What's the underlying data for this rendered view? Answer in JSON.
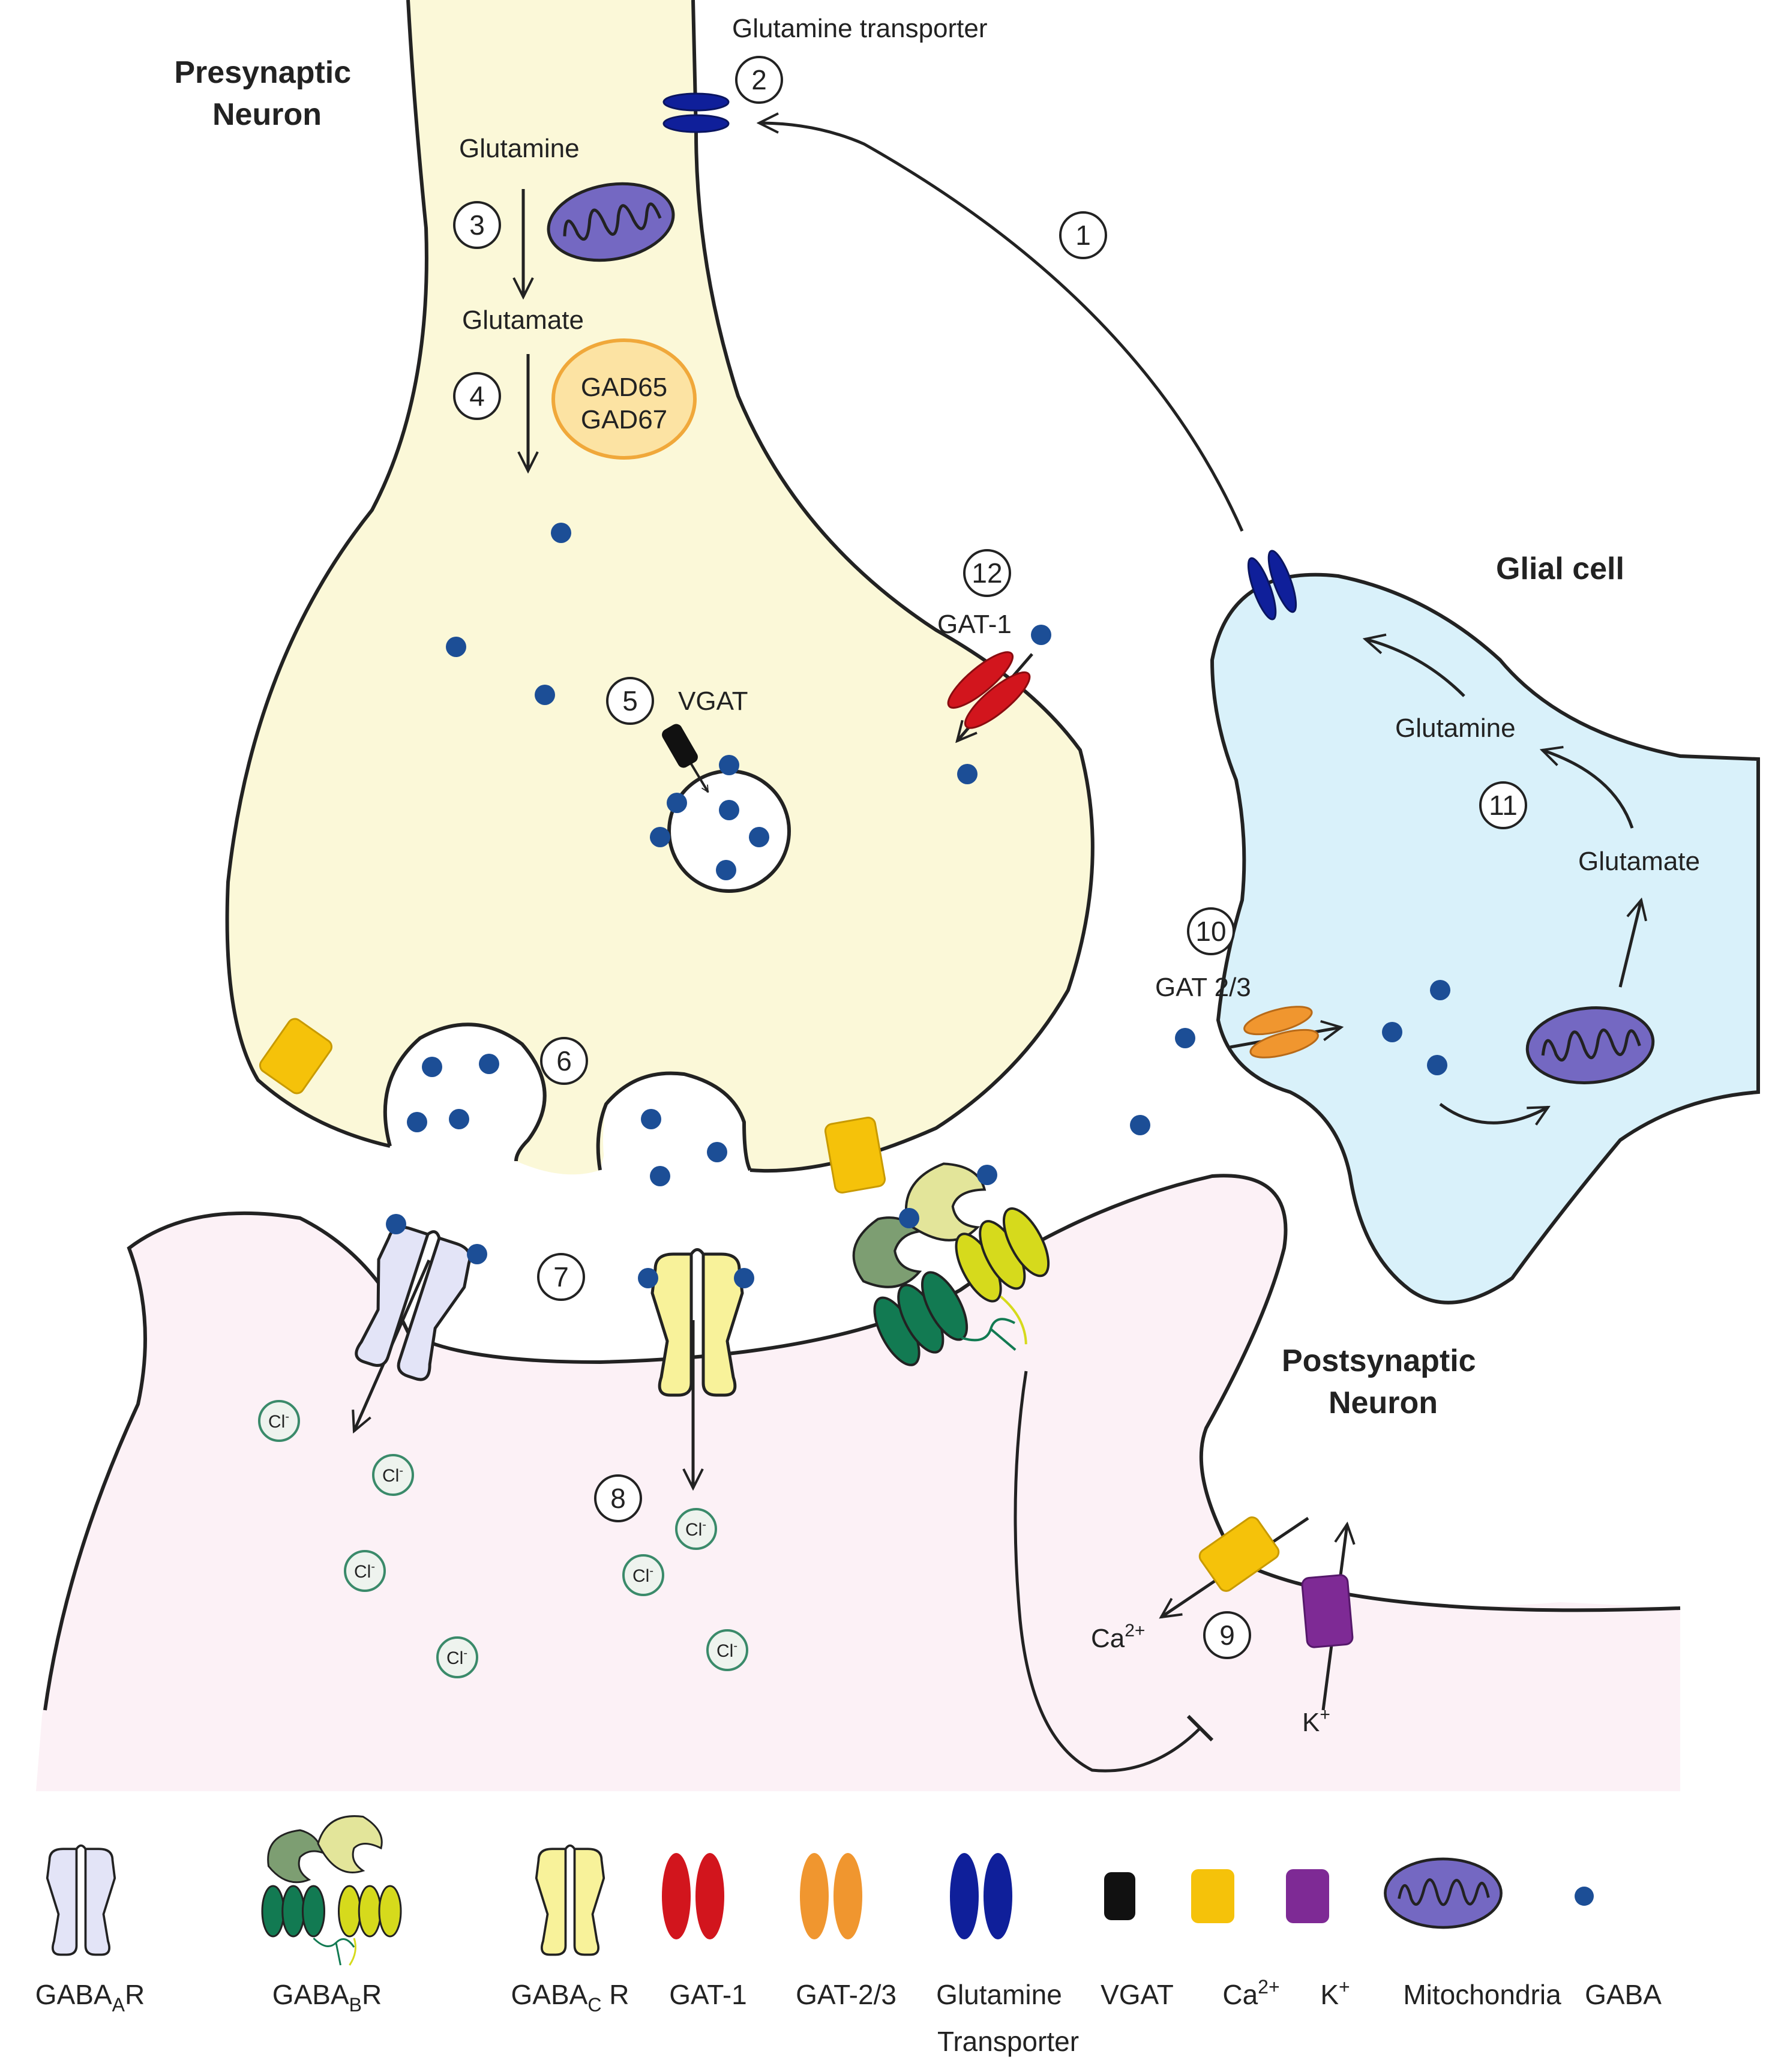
{
  "labels": {
    "presynaptic": [
      "Presynaptic",
      "Neuron"
    ],
    "glial": "Glial cell",
    "postsynaptic": [
      "Postsynaptic",
      "Neuron"
    ],
    "glutamine_transporter": "Glutamine transporter",
    "pre_glutamine": "Glutamine",
    "pre_glutamate": "Glutamate",
    "gad65": "GAD65",
    "gad67": "GAD67",
    "vgat": "VGAT",
    "gat1": "GAT-1",
    "gat23": "GAT 2/3",
    "glial_glutamine": "Glutamine",
    "glial_glutamate": "Glutamate",
    "ca": "Ca",
    "ca_sup": "2+",
    "k": "K",
    "k_sup": "+",
    "cl": "Cl",
    "cl_sup": "-"
  },
  "steps": [
    "1",
    "2",
    "3",
    "4",
    "5",
    "6",
    "7",
    "8",
    "9",
    "10",
    "11",
    "12"
  ],
  "legend": [
    {
      "label": "GABA",
      "sub": "A",
      "tail": "R",
      "icon": "gaba-a-receptor-icon"
    },
    {
      "label": "GABA",
      "sub": "B",
      "tail": "R",
      "icon": "gaba-b-receptor-icon"
    },
    {
      "label": "GABA",
      "sub": "C",
      "tail": " R",
      "icon": "gaba-c-receptor-icon"
    },
    {
      "label": "GAT-1",
      "icon": "gat-1-icon"
    },
    {
      "label": "GAT-2/3",
      "icon": "gat-2-3-icon"
    },
    {
      "label": "Glutamine",
      "label2": "Transporter",
      "icon": "glutamine-transporter-icon"
    },
    {
      "label": "VGAT",
      "icon": "vgat-icon"
    },
    {
      "label": "Ca",
      "sup": "2+",
      "icon": "calcium-channel-icon"
    },
    {
      "label": "K",
      "sup": "+",
      "icon": "potassium-channel-icon"
    },
    {
      "label": "Mitochondria",
      "icon": "mitochondria-icon"
    },
    {
      "label": "GABA",
      "icon": "gaba-molecule-icon"
    }
  ],
  "colors": {
    "presynaptic_fill": "#FBF8D8",
    "postsynaptic_fill": "#FCF1F6",
    "glial_fill": "#D9F1FA",
    "gaba_dot": "#1C4E96",
    "gat1": "#D2151D",
    "gat23": "#F0962F",
    "glutamine_transporter": "#0F1F9A",
    "vgat": "#111111",
    "ca_channel": "#F5C20A",
    "k_channel": "#7E2A95",
    "mitochondria": "#7468C2",
    "gaba_a": "#E3E4F7",
    "gaba_c": "#F8F29A",
    "gaba_b_dark": "#127A52",
    "gaba_b_light": "#D6DA1C"
  }
}
